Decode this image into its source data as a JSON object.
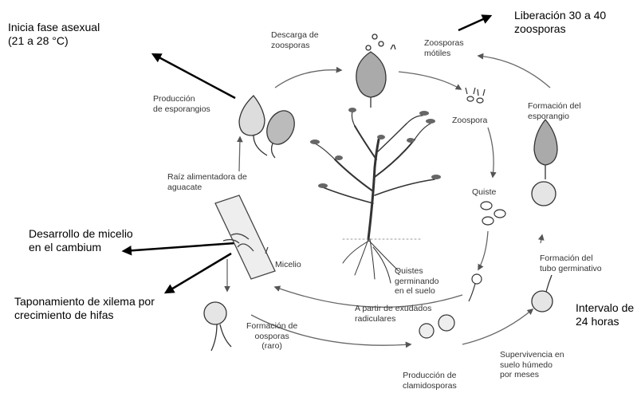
{
  "cycle_labels": {
    "descarga": "Descarga de\nzoosporas",
    "zoosporas_motiles": "Zoosporas\nmótiles",
    "produccion_esporangios": "Producción\nde esporangios",
    "zoospora": "Zoospora",
    "formacion_esporangio": "Formación del\nesporangio",
    "raiz": "Raíz alimentadora de\naguacate",
    "quiste": "Quiste",
    "micelio": "Micelio",
    "quistes_germinando": "Quistes\ngerminando\nen el suelo",
    "formacion_tubo": "Formación del\ntubo germinativo",
    "formacion_oosporas": "Formación de\noosporas\n(raro)",
    "supervivencia": "Supervivencia en\nsuelo húmedo\npor meses",
    "produccion_clamidosporas": "Producción de\nclamidosporas",
    "exudados": "A partir de exudados\nradiculares"
  },
  "annotations": {
    "fase_asexual": "Inicia fase asexual\n(21 a 28 °C)",
    "liberacion": "Liberación 30 a 40\nzoosporas",
    "micelio_cambium": "Desarrollo de micelio\nen el cambium",
    "taponamiento": "Taponamiento de xilema por\ncrecimiento de hifas",
    "intervalo": "Intervalo de\n24 horas"
  }
}
